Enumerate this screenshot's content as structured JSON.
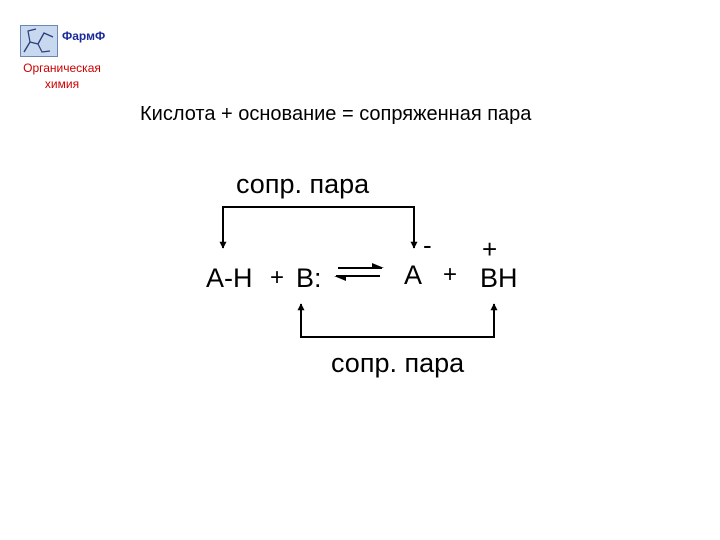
{
  "header": {
    "logo_name": "ФармФ",
    "caption_line1": "Органическая",
    "caption_line2": "химия"
  },
  "slide": {
    "title": "Кислота + основание = сопряженная пара"
  },
  "scheme": {
    "top_label": "сопр. пара",
    "bottom_label": "сопр. пара",
    "reactant_acid": "A-H",
    "plus_1": "+",
    "reactant_base": "B:",
    "product_anion": "A",
    "anion_charge": "-",
    "plus_2": "+",
    "product_cation": "BH",
    "cation_charge": "+"
  },
  "colors": {
    "logo_name": "#1a2a9c",
    "caption": "#cc0000",
    "text": "#000000"
  }
}
